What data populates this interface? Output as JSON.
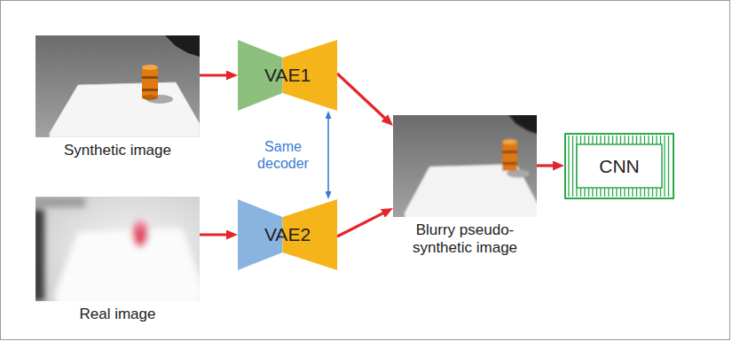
{
  "diagram": {
    "nodes": [
      {
        "text": [
          "Synthetic image"
        ]
      },
      {
        "text": [
          "VAE1"
        ]
      },
      {
        "text": [
          "Real image"
        ]
      },
      {
        "text": [
          "VAE2"
        ]
      },
      {
        "text": [
          "Blurry pseudo-synthetic image"
        ]
      },
      {
        "text": [
          "CNN"
        ]
      }
    ],
    "edges": [
      {
        "from": 0,
        "to": 1,
        "arrow": "to"
      },
      {
        "from": 1,
        "to": 4,
        "arrow": "to"
      },
      {
        "from": 1,
        "to": 3,
        "label": "Same decoder",
        "arrow": "both"
      },
      {
        "from": 2,
        "to": 3,
        "arrow": "to"
      },
      {
        "from": 3,
        "to": 4,
        "arrow": "to"
      },
      {
        "from": 4,
        "to": 5,
        "arrow": "to"
      }
    ]
  }
}
